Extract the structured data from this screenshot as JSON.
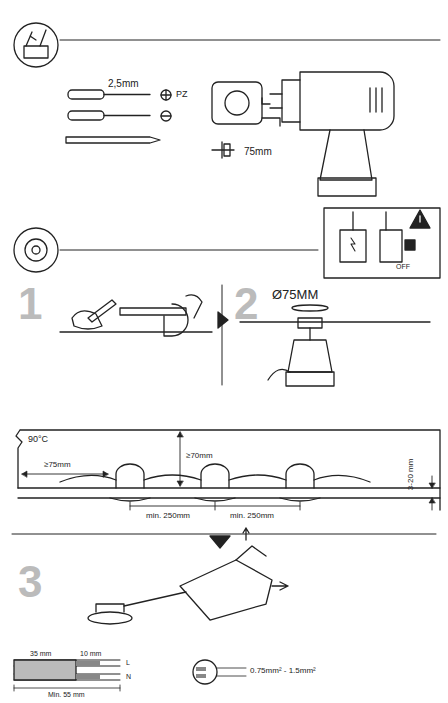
{
  "diagram": {
    "labels": [
      "2,5mm",
      "PZ",
      "75mm",
      "OFF",
      "1",
      "2",
      "Ø75MM",
      "90°C",
      "≥75mm",
      "≥70mm",
      "3-20 mm",
      "min. 250mm",
      "min. 250mm",
      "3",
      "35 mm",
      "10 mm",
      "L",
      "N",
      "Min. 55 mm",
      "0.75mm² - 1.5mm²"
    ]
  }
}
